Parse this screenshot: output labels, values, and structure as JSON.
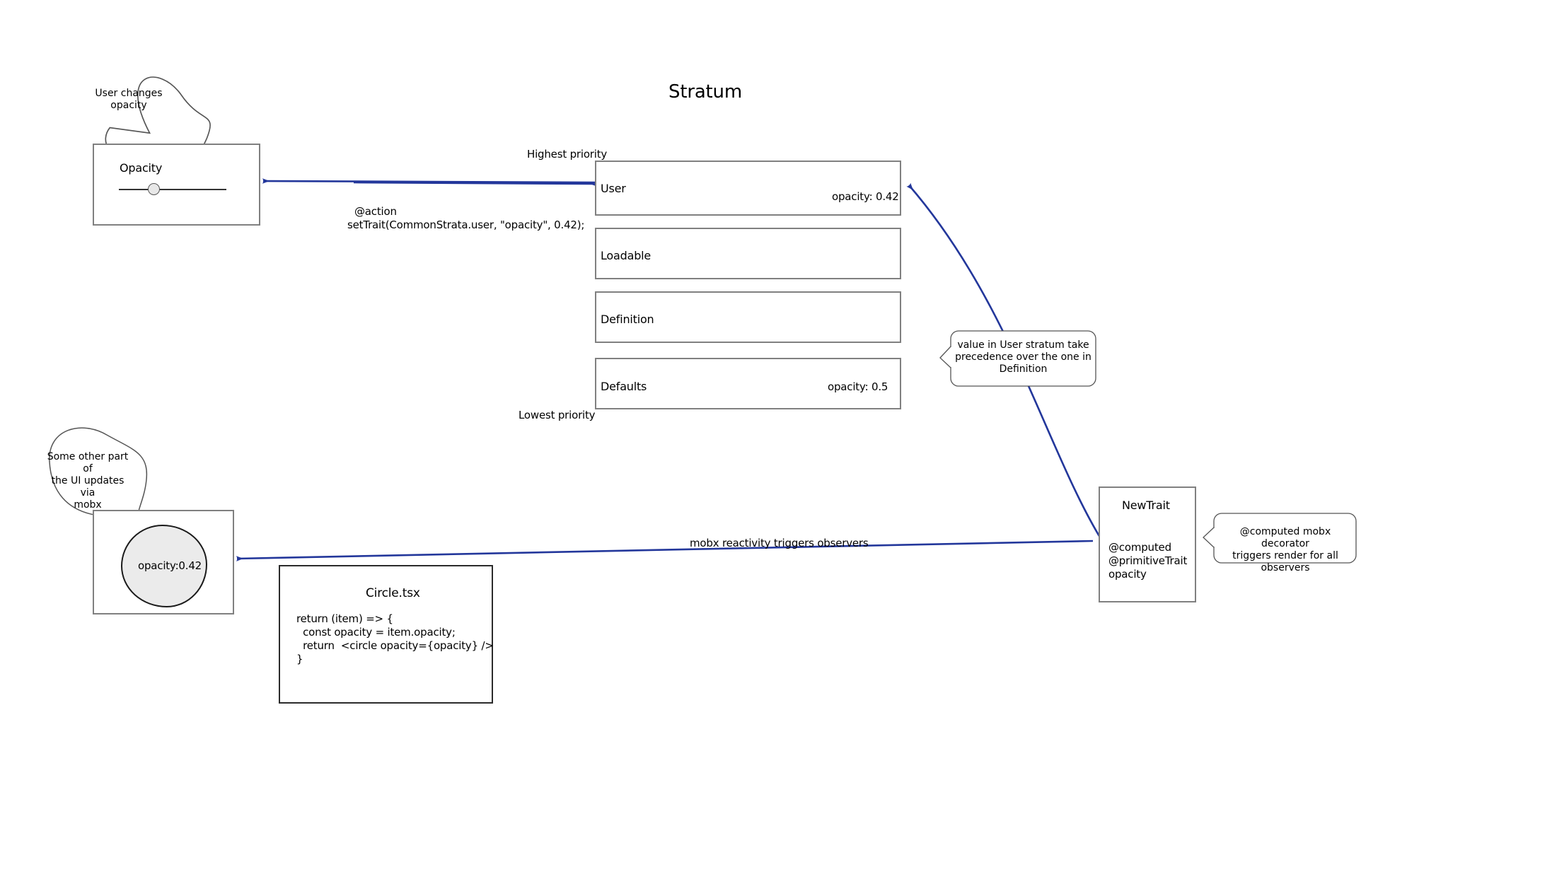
{
  "diagram": {
    "title": "Stratum",
    "accent_color": "#23379b",
    "box_border_color": "#808080",
    "blob_fill_color": "#ebebeb"
  },
  "priority_labels": {
    "highest": "Highest priority",
    "lowest": "Lowest priority"
  },
  "opacity_panel": {
    "title": "Opacity",
    "callout": "User changes\nopacity"
  },
  "action_code": {
    "line1": "@action",
    "line2": "setTrait(CommonStrata.user, \"opacity\", 0.42);"
  },
  "strata": [
    {
      "name": "User",
      "value": "opacity: 0.42"
    },
    {
      "name": "Loadable",
      "value": ""
    },
    {
      "name": "Definition",
      "value": ""
    },
    {
      "name": "Defaults",
      "value": "opacity: 0.5"
    }
  ],
  "precedence_callout": "value in User stratum take\nprecedence over the one in\nDefinition",
  "new_trait": {
    "title": "NewTrait",
    "body": "@computed\n@primitiveTrait\nopacity"
  },
  "computed_callout": "@computed mobx decorator\ntriggers render for all observers",
  "reactivity_label": "mobx reactivity triggers observers",
  "render_panel": {
    "blob_label": "opacity:0.42",
    "callout": "Some other part of\nthe UI updates via\nmobx"
  },
  "circle_tsx": {
    "title": "Circle.tsx",
    "code": "return (item) => {\n  const opacity = item.opacity;\n  return  <circle opacity={opacity} />\n}"
  }
}
